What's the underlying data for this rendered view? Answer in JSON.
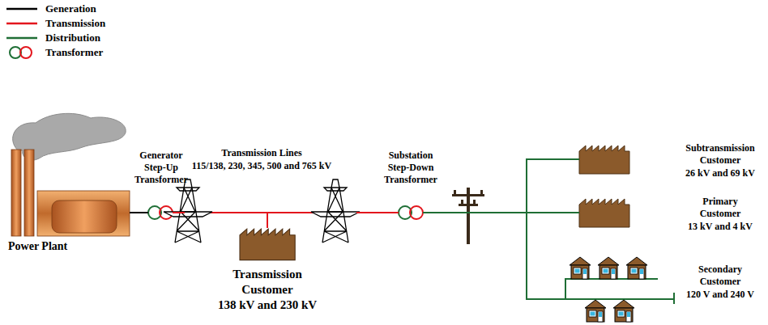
{
  "diagram": {
    "nodes": [
      {
        "text": [
          "Power Plant"
        ]
      },
      {
        "text": [
          "Generator Step-Up Transformer"
        ]
      },
      {
        "text": [
          "Transmission Lines",
          "115/138, 230, 345, 500 and 765 kV"
        ]
      },
      {
        "text": [
          "Transmission Customer",
          "138 kV and 230 kV"
        ]
      },
      {
        "text": [
          "Substation Step-Down Transformer"
        ]
      },
      {
        "text": [
          "Subtransmission Customer",
          "26 kV and 69 kV"
        ]
      },
      {
        "text": [
          "Primary Customer",
          "13 kV and 4 kV"
        ]
      },
      {
        "text": [
          "Secondary Customer",
          "120 V and 240 V"
        ]
      }
    ],
    "edges": [
      {
        "from": 0,
        "to": 1,
        "arrow": "none"
      },
      {
        "from": 1,
        "to": 2,
        "arrow": "none"
      },
      {
        "from": 2,
        "to": 3,
        "arrow": "none"
      },
      {
        "from": 2,
        "to": 4,
        "arrow": "none"
      },
      {
        "from": 4,
        "to": 5,
        "arrow": "none"
      },
      {
        "from": 4,
        "to": 6,
        "arrow": "none"
      },
      {
        "from": 4,
        "to": 7,
        "arrow": "none"
      }
    ],
    "legend": [
      {
        "text": "Generation"
      },
      {
        "text": "Transmission"
      },
      {
        "text": "Distribution"
      },
      {
        "text": "Transformer"
      }
    ]
  }
}
